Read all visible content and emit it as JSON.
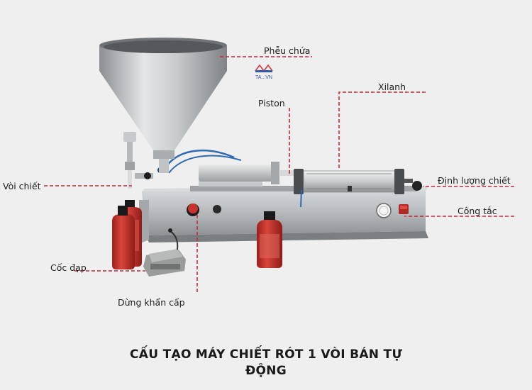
{
  "labels": {
    "hopper": "Phễu chứa",
    "piston": "Piston",
    "cylinder": "Xilanh",
    "nozzle": "Vòi chiết",
    "volume": "Định lượng chiết",
    "switch": "Công tắc",
    "pedal": "Cốc đạp",
    "emergency": "Dừng khẩn cấp"
  },
  "title_line1": "CẤU TẠO MÁY CHIẾT RÓT 1 VÒI BÁN TỰ",
  "title_line2": "ĐỘNG",
  "logo_text": "TA...VN",
  "colors": {
    "leader": "#c8283a",
    "steel": "#b9bdc0",
    "liquid": "#c8322c",
    "pedal": "#8e9090"
  }
}
